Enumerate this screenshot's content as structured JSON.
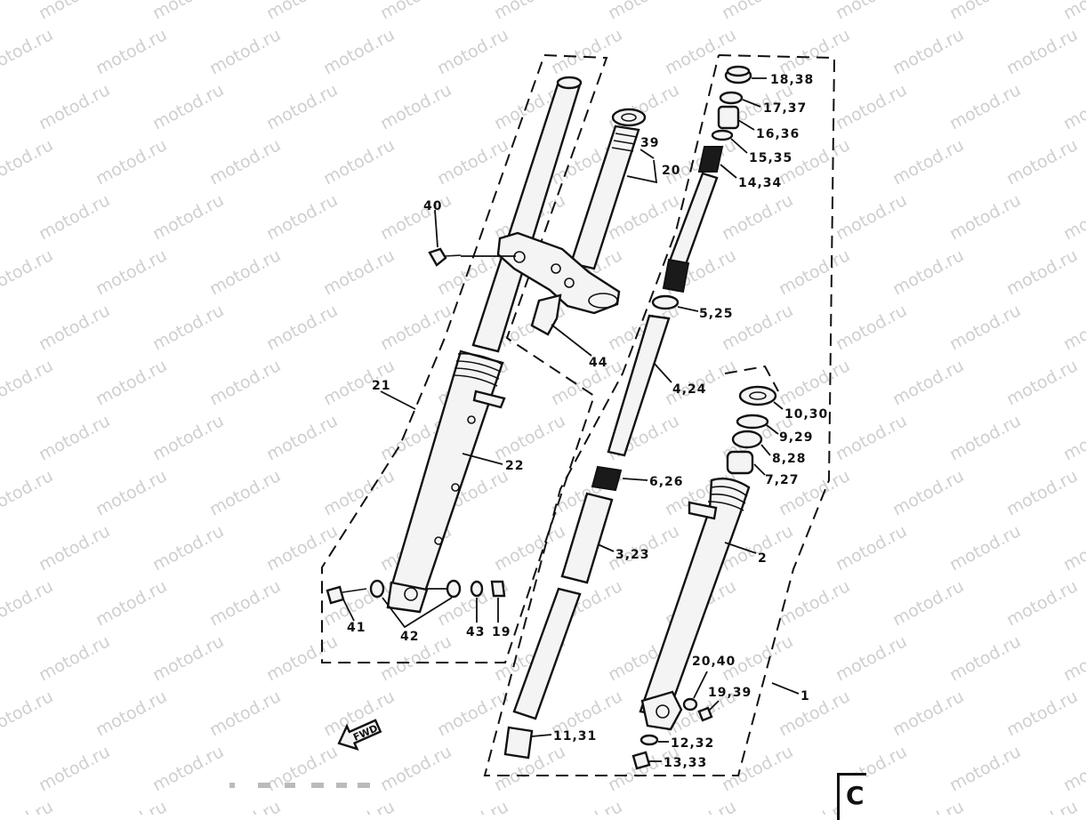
{
  "watermark": "motod.ru",
  "corner_letter": "C",
  "fwd_label": "FWD",
  "labels": {
    "p1": "1",
    "p2": "2",
    "p3": "3,23",
    "p4": "4,24",
    "p5": "5,25",
    "p6": "6,26",
    "p7": "7,27",
    "p8": "8,28",
    "p9": "9,29",
    "p10": "10,30",
    "p11": "11,31",
    "p12": "12,32",
    "p13": "13,33",
    "p14": "14,34",
    "p15": "15,35",
    "p16": "16,36",
    "p17": "17,37",
    "p18": "18,38",
    "p19a": "19",
    "p19b": "19,39",
    "p20a": "20",
    "p20b": "20,40",
    "p21": "21",
    "p22": "22",
    "p39": "39",
    "p40": "40",
    "p41": "41",
    "p42": "42",
    "p43": "43",
    "p44": "44"
  }
}
